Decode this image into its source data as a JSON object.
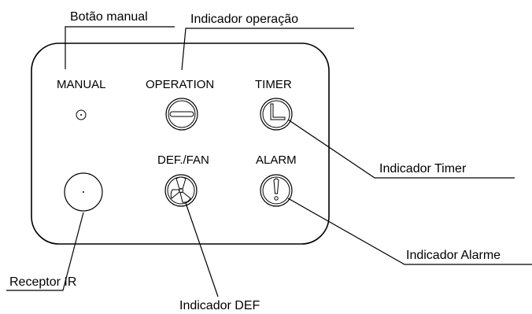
{
  "panel": {
    "labels": {
      "manual": "MANUAL",
      "operation": "OPERATION",
      "timer": "TIMER",
      "def_fan": "DEF./FAN",
      "alarm": "ALARM"
    }
  },
  "callouts": {
    "manual_button": "Botão manual",
    "operation_indicator": "Indicador operação",
    "timer_indicator": "Indicador Timer",
    "alarm_indicator": "Indicador Alarme",
    "ir_receiver": "Receptor IR",
    "def_indicator": "Indicador DEF"
  },
  "icons": {
    "operation": "operation-indicator-icon",
    "timer": "timer-clock-icon",
    "def_fan": "fan-icon",
    "alarm": "alarm-exclamation-icon",
    "manual": "manual-button-icon",
    "ir": "ir-receiver-icon"
  },
  "colors": {
    "stroke": "#000000",
    "background": "#ffffff"
  }
}
